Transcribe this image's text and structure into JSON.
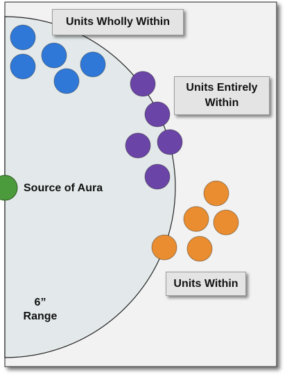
{
  "colors": {
    "page_background": "#f2f2f2",
    "aura_fill": "#e3e9ea",
    "aura_stroke": "#222222",
    "wholly_within_units": "#2f78d8",
    "entirely_within_units": "#6a44a6",
    "within_units": "#e98d30",
    "source_of_aura": "#4b9b3c",
    "label_box_fill": "#e4e4e4"
  },
  "labels": {
    "units_wholly_within": "Units Wholly Within",
    "units_entirely_within_line1": "Units Entirely",
    "units_entirely_within_line2": "Within",
    "units_within": "Units Within",
    "source_of_aura": "Source of Aura",
    "range_value": "6”",
    "range_word": "Range"
  }
}
